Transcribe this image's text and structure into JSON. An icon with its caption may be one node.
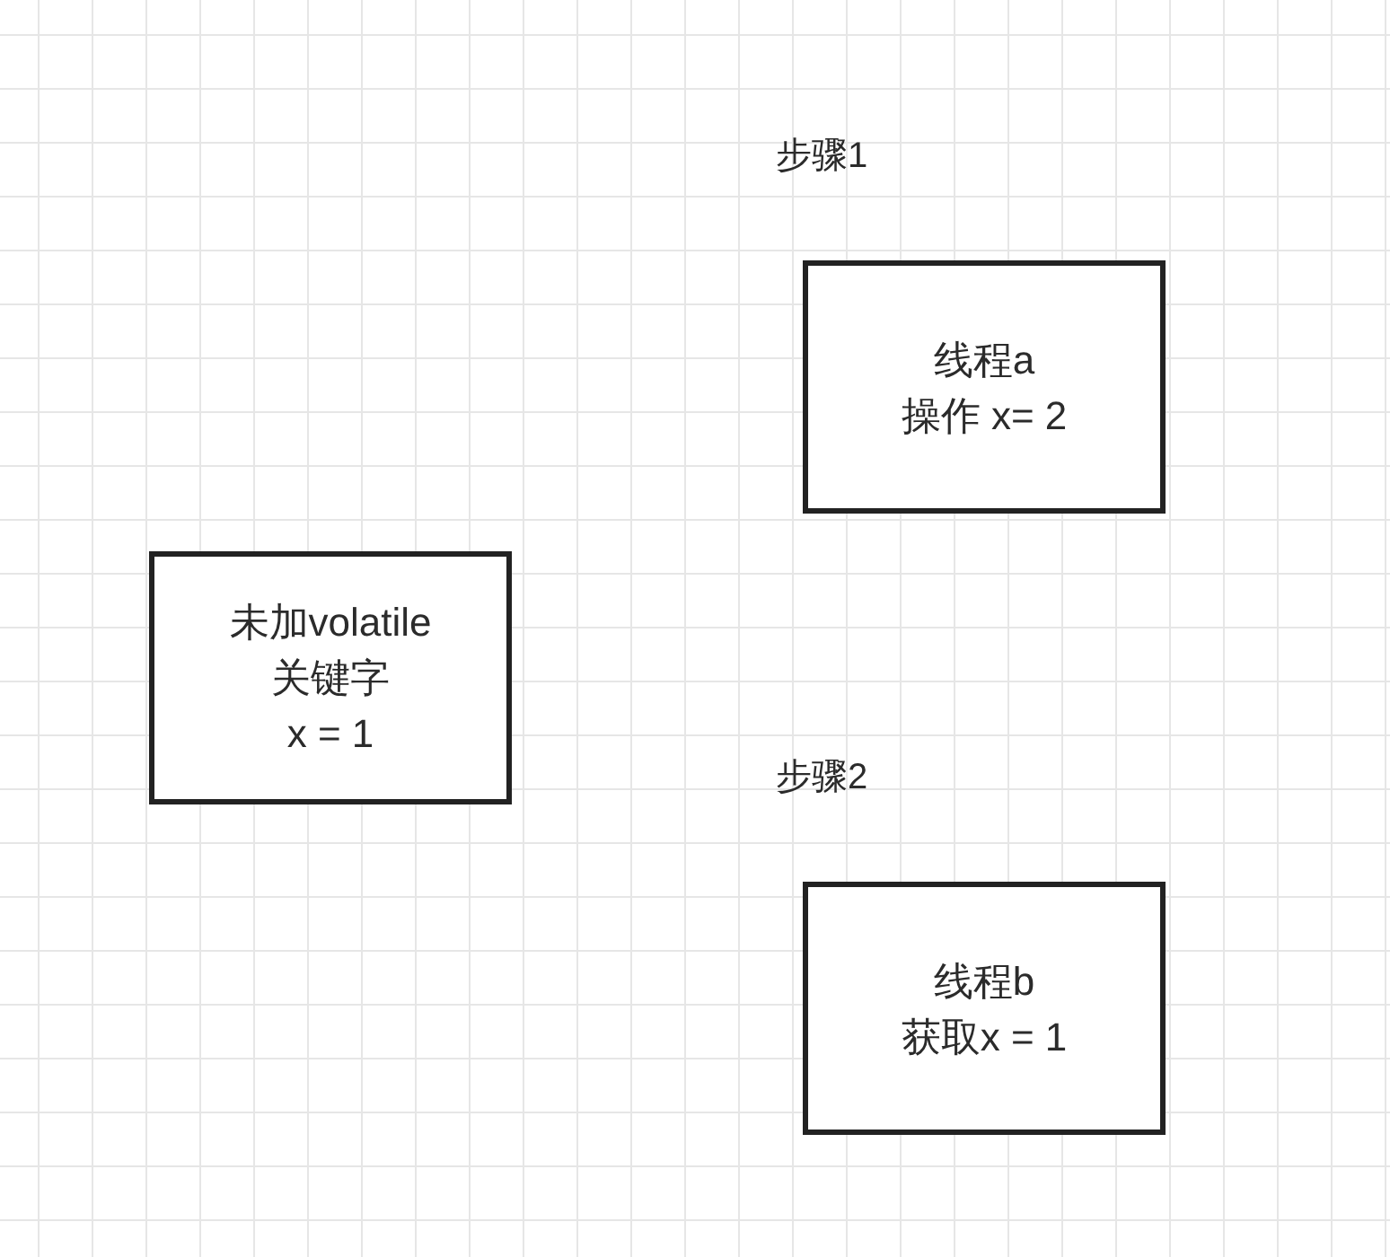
{
  "diagram": {
    "nodes": [
      {
        "text": [
          "未加volatile关键字",
          "x = 1"
        ]
      },
      {
        "text": [
          "线程a",
          "操作 x= 2"
        ],
        "beside": [
          "步骤1"
        ]
      },
      {
        "text": [
          "线程b",
          "获取x = 1"
        ],
        "beside": [
          "步骤2"
        ]
      }
    ]
  }
}
